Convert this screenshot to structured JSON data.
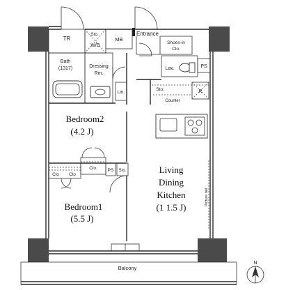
{
  "labels": {
    "tr": "TR",
    "sto_top": "Sto.",
    "wd": "W/D",
    "mb": "MB",
    "entrance": "Entrance",
    "shoes_line1": "Shoes-in",
    "shoes_line2": "Clo.",
    "ps_right": "PS",
    "bath_line1": "Bath",
    "bath_line2": "(1317)",
    "dressing_line1": "Dressing",
    "dressing_line2": "Rm.",
    "lav": "Lav.",
    "lin": "Lin.",
    "sto_kitchen": "Sto.",
    "r": "R",
    "counter": "Counter",
    "bedroom2_name": "Bedroom2",
    "bedroom2_size": "(4.2 J)",
    "clo_mid": "Clo.",
    "clo_left1": "Clo",
    "clo_left2": "Clo",
    "ps_mid": "PS",
    "sto_mid": "Sto.",
    "living_line1": "Living",
    "living_line2": "Dining",
    "living_line3": "Kitchen",
    "living_size": "(1 1.5 J)",
    "picture_rail": "Picture rail",
    "bedroom1_name": "Bedroom1",
    "bedroom1_size": "(5.5 J)",
    "balcony": "Balcony",
    "north": "N"
  }
}
